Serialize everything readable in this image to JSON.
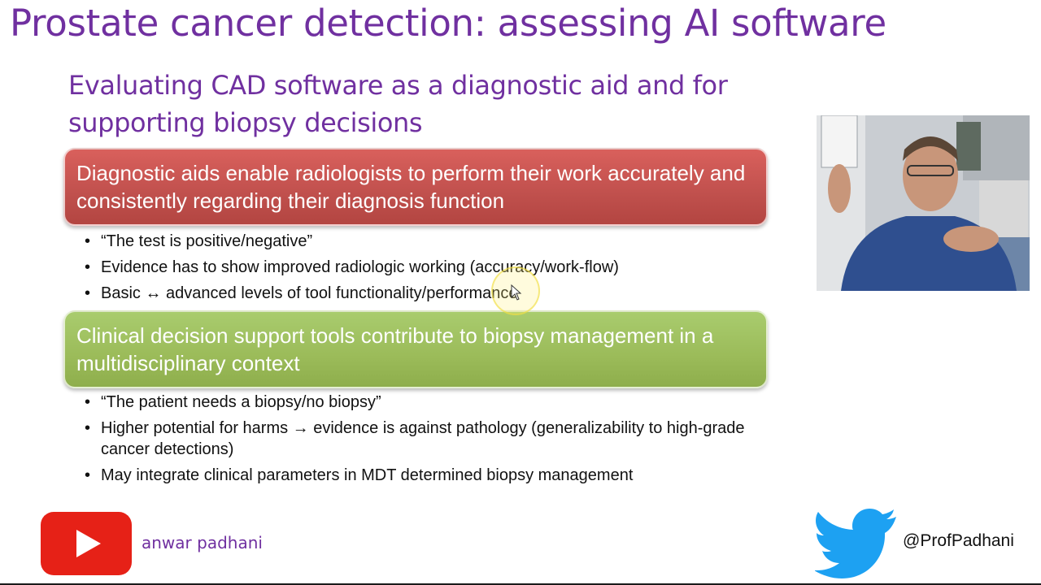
{
  "slide": {
    "title": "Prostate cancer detection: assessing AI software",
    "subtitle": "Evaluating CAD software as a diagnostic aid and for supporting biopsy decisions",
    "diagnostic_box": "Diagnostic aids enable radiologists to perform their work accurately and consistently regarding their diagnosis function",
    "diagnostic_bullets": [
      "“The test is positive/negative”",
      "Evidence has to show improved radiologic working (accuracy/work-flow)",
      "Basic ↔ advanced levels of tool functionality/performance"
    ],
    "clinical_box": "Clinical decision support tools contribute to biopsy management in a multidisciplinary context",
    "clinical_bullets": [
      "“The patient needs a biopsy/no biopsy”",
      "Higher potential for harms → evidence is against pathology (generalizability to high-grade cancer detections)",
      "May integrate clinical parameters in MDT determined biopsy management"
    ]
  },
  "footer": {
    "youtube_channel": "anwar padhani",
    "twitter_handle": "@ProfPadhani"
  },
  "colors": {
    "title": "#7030a0",
    "red_box": "#c0504d",
    "green_box": "#9bbb59",
    "youtube": "#e62117",
    "twitter": "#1da1f2"
  },
  "icons": [
    "youtube-logo-icon",
    "twitter-bird-icon",
    "cursor-arrow-icon"
  ]
}
